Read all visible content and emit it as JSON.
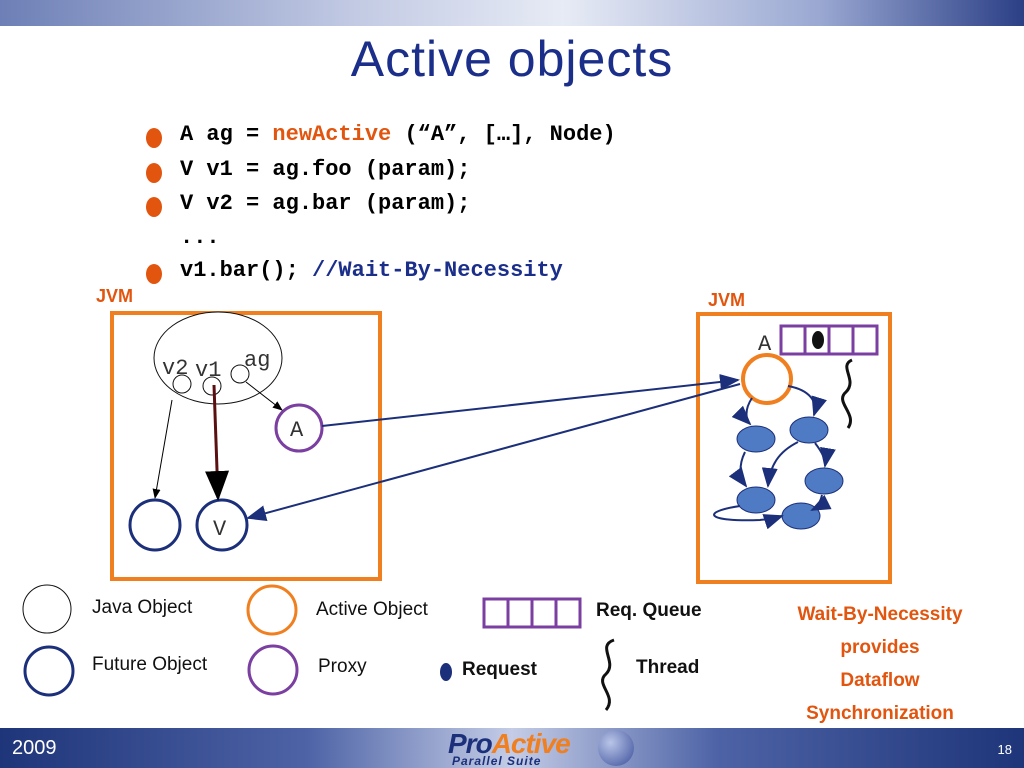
{
  "slide": {
    "title": "Active objects",
    "year": "2009",
    "page_number": "18",
    "logo": {
      "pro": "Pro",
      "active": "Active",
      "subtitle": "Parallel Suite"
    }
  },
  "code": {
    "line1_a": "A ag = ",
    "line1_kw": "newActive",
    "line1_b": " (“A”, […], Node)",
    "line2": "V v1 = ag.foo (param);",
    "line3": "V v2 = ag.bar (param);",
    "line4": "...",
    "line5_a": "v1.bar(); ",
    "line5_comment": "//Wait-By-Necessity"
  },
  "diagram": {
    "jvm_left": "JVM",
    "jvm_right": "JVM",
    "label_v2": "v2",
    "label_v1": "v1",
    "label_ag": "ag",
    "label_proxy": "A",
    "label_future": "V",
    "label_active": "A"
  },
  "legend": {
    "java_object": "Java Object",
    "active_object": "Active Object",
    "req_queue": "Req. Queue",
    "future_object": "Future Object",
    "proxy": "Proxy",
    "request": "Request",
    "thread": "Thread",
    "wbn_1": "Wait-By-Necessity",
    "wbn_2": "provides",
    "wbn_3": "Dataflow",
    "wbn_4": "Synchronization"
  },
  "colors": {
    "orange": "#f07f1f",
    "navy": "#1b2f7a",
    "purple": "#7a3fa0",
    "node_blue": "#4f7bc4"
  }
}
